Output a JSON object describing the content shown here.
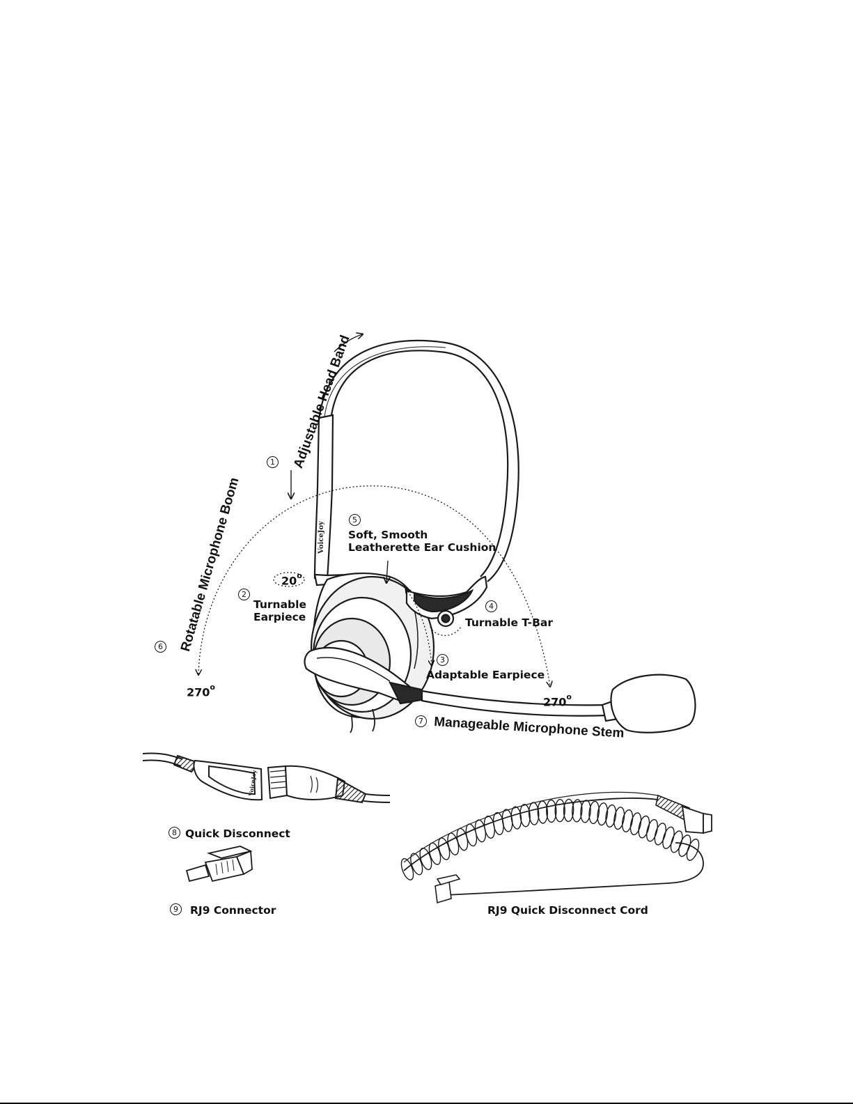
{
  "callouts": {
    "c1": {
      "number": "1",
      "label": "Adjustable Head Band"
    },
    "c2": {
      "number": "2",
      "label_line1": "Turnable",
      "label_line2": "Earpiece",
      "angle": "20",
      "angle_unit": "o"
    },
    "c3": {
      "number": "3",
      "label": "Adaptable Earpiece"
    },
    "c4": {
      "number": "4",
      "label": "Turnable T-Bar"
    },
    "c5": {
      "number": "5",
      "label_line1": "Soft, Smooth",
      "label_line2": "Leatherette Ear Cushion"
    },
    "c6": {
      "number": "6",
      "label": "Rotatable Microphone Boom",
      "angle_left": "270",
      "angle_right": "270",
      "angle_unit": "o"
    },
    "c7": {
      "number": "7",
      "label": "Manageable Microphone Stem"
    },
    "c8": {
      "number": "8",
      "label": "Quick Disconnect"
    },
    "c9": {
      "number": "9",
      "label": "RJ9 Connector"
    }
  },
  "cord_caption": "RJ9 Quick Disconnect Cord",
  "headset_brand": "VoiceJoy",
  "plug_brand": "VoiceJoy",
  "colors": {
    "ink": "#111111",
    "line": "#1a1a1a",
    "background": "#ffffff",
    "cushion_shade": "#e9e9e9",
    "dark_grip": "#2a2a2a"
  }
}
